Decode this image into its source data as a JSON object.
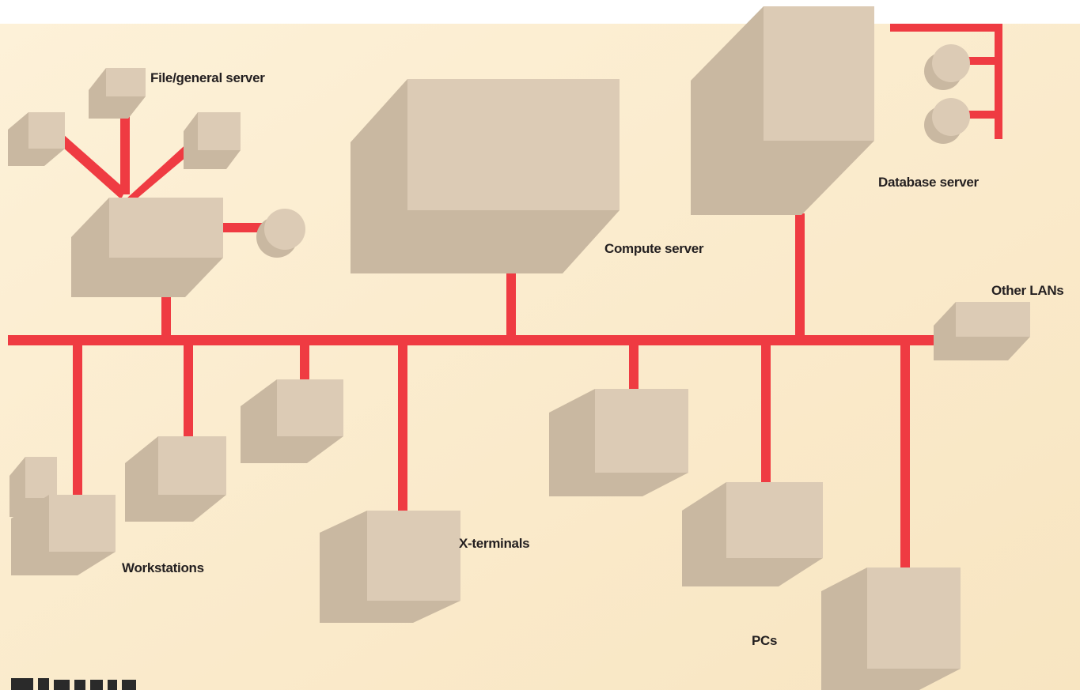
{
  "labels": {
    "file_server": "File/general server",
    "compute_server": "Compute server",
    "database_server": "Database server",
    "other_lans": "Other LANs",
    "workstations": "Workstations",
    "x_terminals": "X-terminals",
    "pcs": "PCs"
  },
  "colors": {
    "background": "#fbeccb",
    "network_line": "#ef3b42",
    "box_front": "#dccbb5",
    "box_side": "#c9b8a1",
    "label_text": "#231f20"
  }
}
